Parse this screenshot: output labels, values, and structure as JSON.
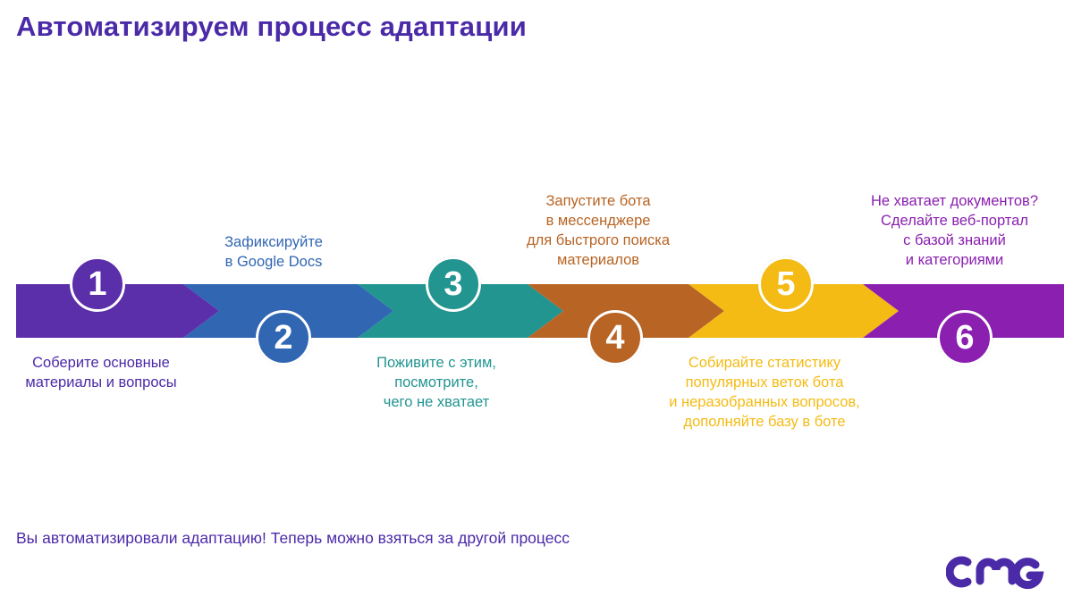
{
  "title": "Автоматизируем процесс адаптации",
  "colors": {
    "title": "#4b2aa8",
    "step1": "#5b2eaa",
    "step2": "#3166b3",
    "step3": "#229591",
    "step4": "#b86424",
    "step5": "#f4bb14",
    "step6": "#8a1fb0"
  },
  "steps": [
    {
      "number": "1",
      "lines": [
        "Соберите основные",
        "материалы и вопросы"
      ]
    },
    {
      "number": "2",
      "lines": [
        "Зафиксируйте",
        "в Google Docs"
      ]
    },
    {
      "number": "3",
      "lines": [
        "Поживите с этим,",
        "посмотрите,",
        "чего не хватает"
      ]
    },
    {
      "number": "4",
      "lines": [
        "Запустите бота",
        "в мессенджере",
        "для быстрого поиска",
        "материалов"
      ]
    },
    {
      "number": "5",
      "lines": [
        "Собирайте статистику",
        "популярных веток бота",
        "и неразобранных вопросов,",
        "дополняйте базу в боте"
      ]
    },
    {
      "number": "6",
      "lines": [
        "Не хватает документов?",
        "Сделайте веб-портал",
        "с базой знаний",
        "и категориями"
      ]
    }
  ],
  "footer": "Вы автоматизировали адаптацию! Теперь можно взяться за другой процесс",
  "logo": {
    "icon": "cmg-logo-icon",
    "color": "#4b2aa8"
  }
}
